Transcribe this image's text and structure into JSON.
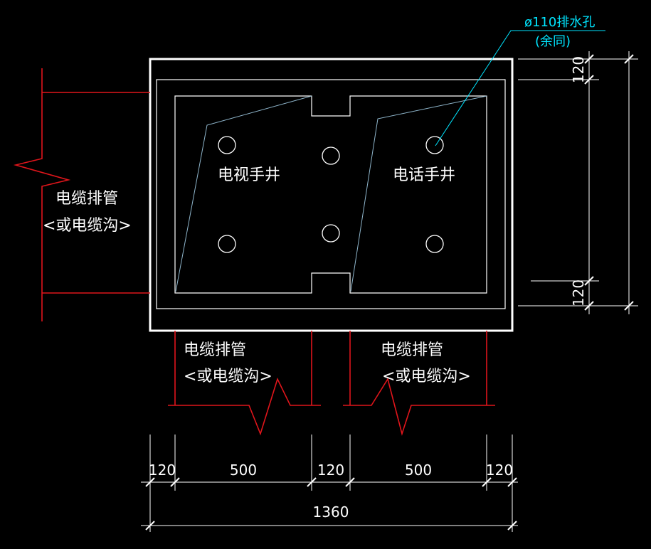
{
  "labels": {
    "tv_well": "电视手井",
    "phone_well": "电话手井",
    "cable_left_1": "电缆排管",
    "cable_left_2": "<或电缆沟>",
    "cable_bl_1": "电缆排管",
    "cable_bl_2": "<或电缆沟>",
    "cable_br_1": "电缆排管",
    "cable_br_2": "<或电缆沟>",
    "drain_hole": "ø110排水孔",
    "drain_note": "(余同)"
  },
  "dimensions": {
    "bottom": [
      "120",
      "500",
      "120",
      "500",
      "120"
    ],
    "total": "1360",
    "right_top": "120",
    "right_bottom": "120"
  },
  "colors": {
    "outline": "#ffffff",
    "pipe": "#e0151b",
    "leader": "#00e5ff",
    "slope": "#8fb6cc"
  }
}
